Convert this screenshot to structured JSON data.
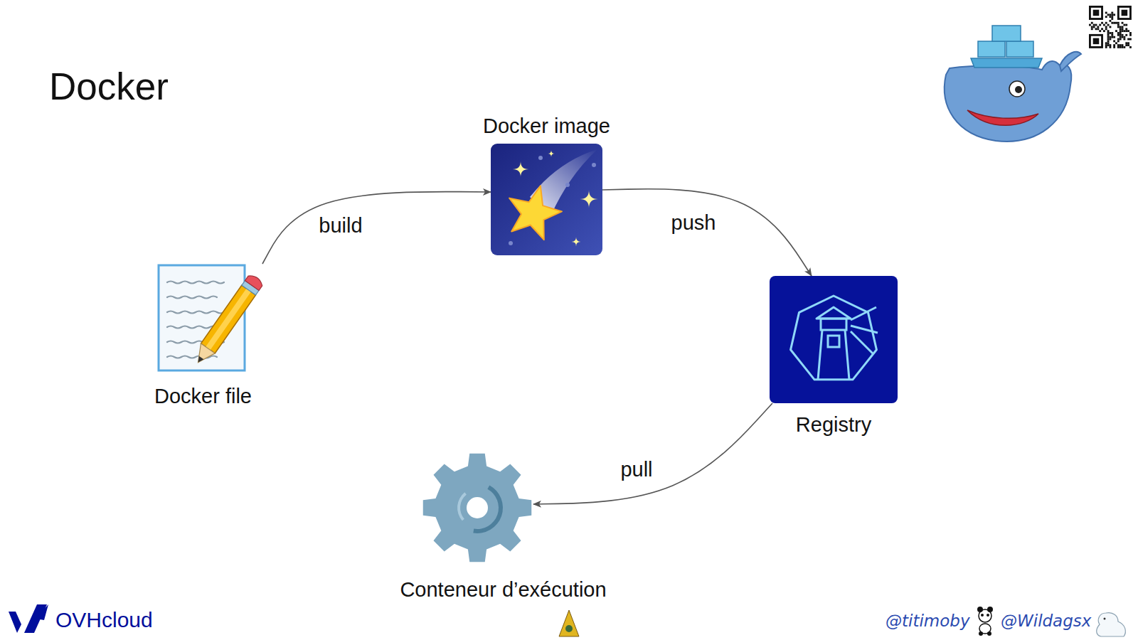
{
  "diagram": {
    "title": "Docker",
    "nodes": [
      {
        "text": [
          "Docker file"
        ]
      },
      {
        "text": [
          "Docker image"
        ]
      },
      {
        "text": [
          "Registry"
        ]
      },
      {
        "text": [
          "Conteneur d’exécution"
        ]
      }
    ],
    "edges": [
      {
        "from": 0,
        "to": 1,
        "label": "build",
        "arrow": "to"
      },
      {
        "from": 1,
        "to": 2,
        "label": "push",
        "arrow": "to"
      },
      {
        "from": 2,
        "to": 3,
        "label": "pull",
        "arrow": "to"
      }
    ],
    "labels": [
      "OVHcloud",
      "@titimoby",
      "@Wildagsx"
    ]
  }
}
